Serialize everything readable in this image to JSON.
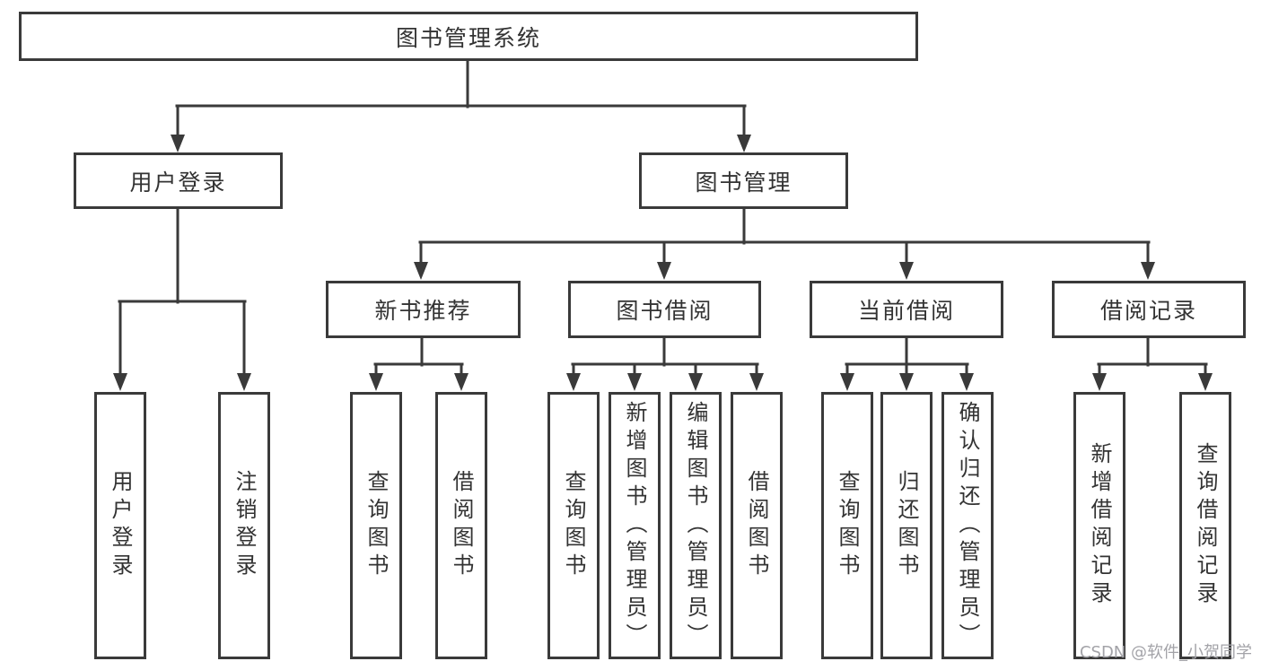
{
  "diagram": {
    "root": {
      "label": "图书管理系统"
    },
    "level2": [
      {
        "label": "用户登录",
        "children": [
          {
            "label": "用户登录"
          },
          {
            "label": "注销登录"
          }
        ]
      },
      {
        "label": "图书管理",
        "children": [
          {
            "label": "新书推荐",
            "children": [
              {
                "label": "查询图书"
              },
              {
                "label": "借阅图书"
              }
            ]
          },
          {
            "label": "图书借阅",
            "children": [
              {
                "label": "查询图书"
              },
              {
                "label": "新增图书（管理员）"
              },
              {
                "label": "编辑图书（管理员）"
              },
              {
                "label": "借阅图书"
              }
            ]
          },
          {
            "label": "当前借阅",
            "children": [
              {
                "label": "查询图书"
              },
              {
                "label": "归还图书"
              },
              {
                "label": "确认归还（管理员）"
              }
            ]
          },
          {
            "label": "借阅记录",
            "children": [
              {
                "label": "新增借阅记录"
              },
              {
                "label": "查询借阅记录"
              }
            ]
          }
        ]
      }
    ]
  },
  "watermark": {
    "text": "CSDN @软件_小贺同学"
  },
  "colors": {
    "line": "#3a3a3a",
    "text": "#333333",
    "watermark_text": "#a3a3a8",
    "background": "#ffffff"
  }
}
